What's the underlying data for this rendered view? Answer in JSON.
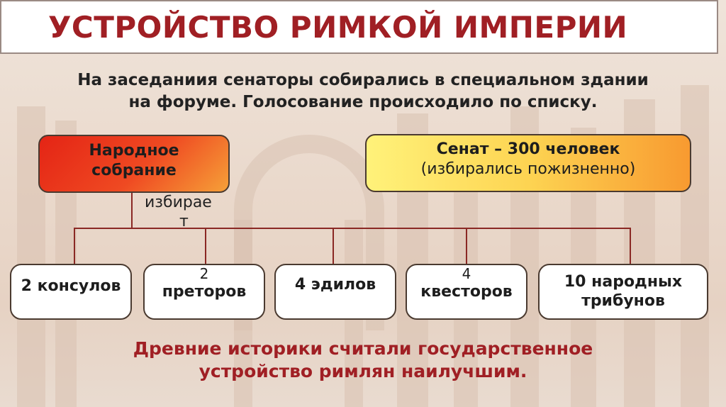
{
  "title": "УСТРОЙСТВО РИМКОЙ ИМПЕРИИ",
  "intro": {
    "line1": "На заседаниия сенаторы собирались в специальном здании",
    "line2": "на форуме. Голосование происходило по списку."
  },
  "assembly": {
    "line1": "Народное",
    "line2": "собрание"
  },
  "senate": {
    "line1": "Сенат – 300 человек",
    "line2": "(избирались пожизненно)"
  },
  "elects": {
    "part1": "избирае",
    "part2": "т"
  },
  "magistrates": [
    {
      "top": "",
      "label": "2 консулов"
    },
    {
      "top": "2",
      "label": "преторов"
    },
    {
      "top": "",
      "label": "4 эдилов"
    },
    {
      "top": "4",
      "label": "квесторов"
    },
    {
      "top": "",
      "label": "10 народных\nтрибунов"
    }
  ],
  "footer": {
    "line1": "Древние историки считали государственное",
    "line2": "устройство римлян наилучшим."
  },
  "colors": {
    "title": "#a01f24",
    "assembly_gradient": [
      "#e42415",
      "#f6a038"
    ],
    "senate_gradient": [
      "#fff27a",
      "#f89a30"
    ],
    "connector": "#8a2824"
  }
}
